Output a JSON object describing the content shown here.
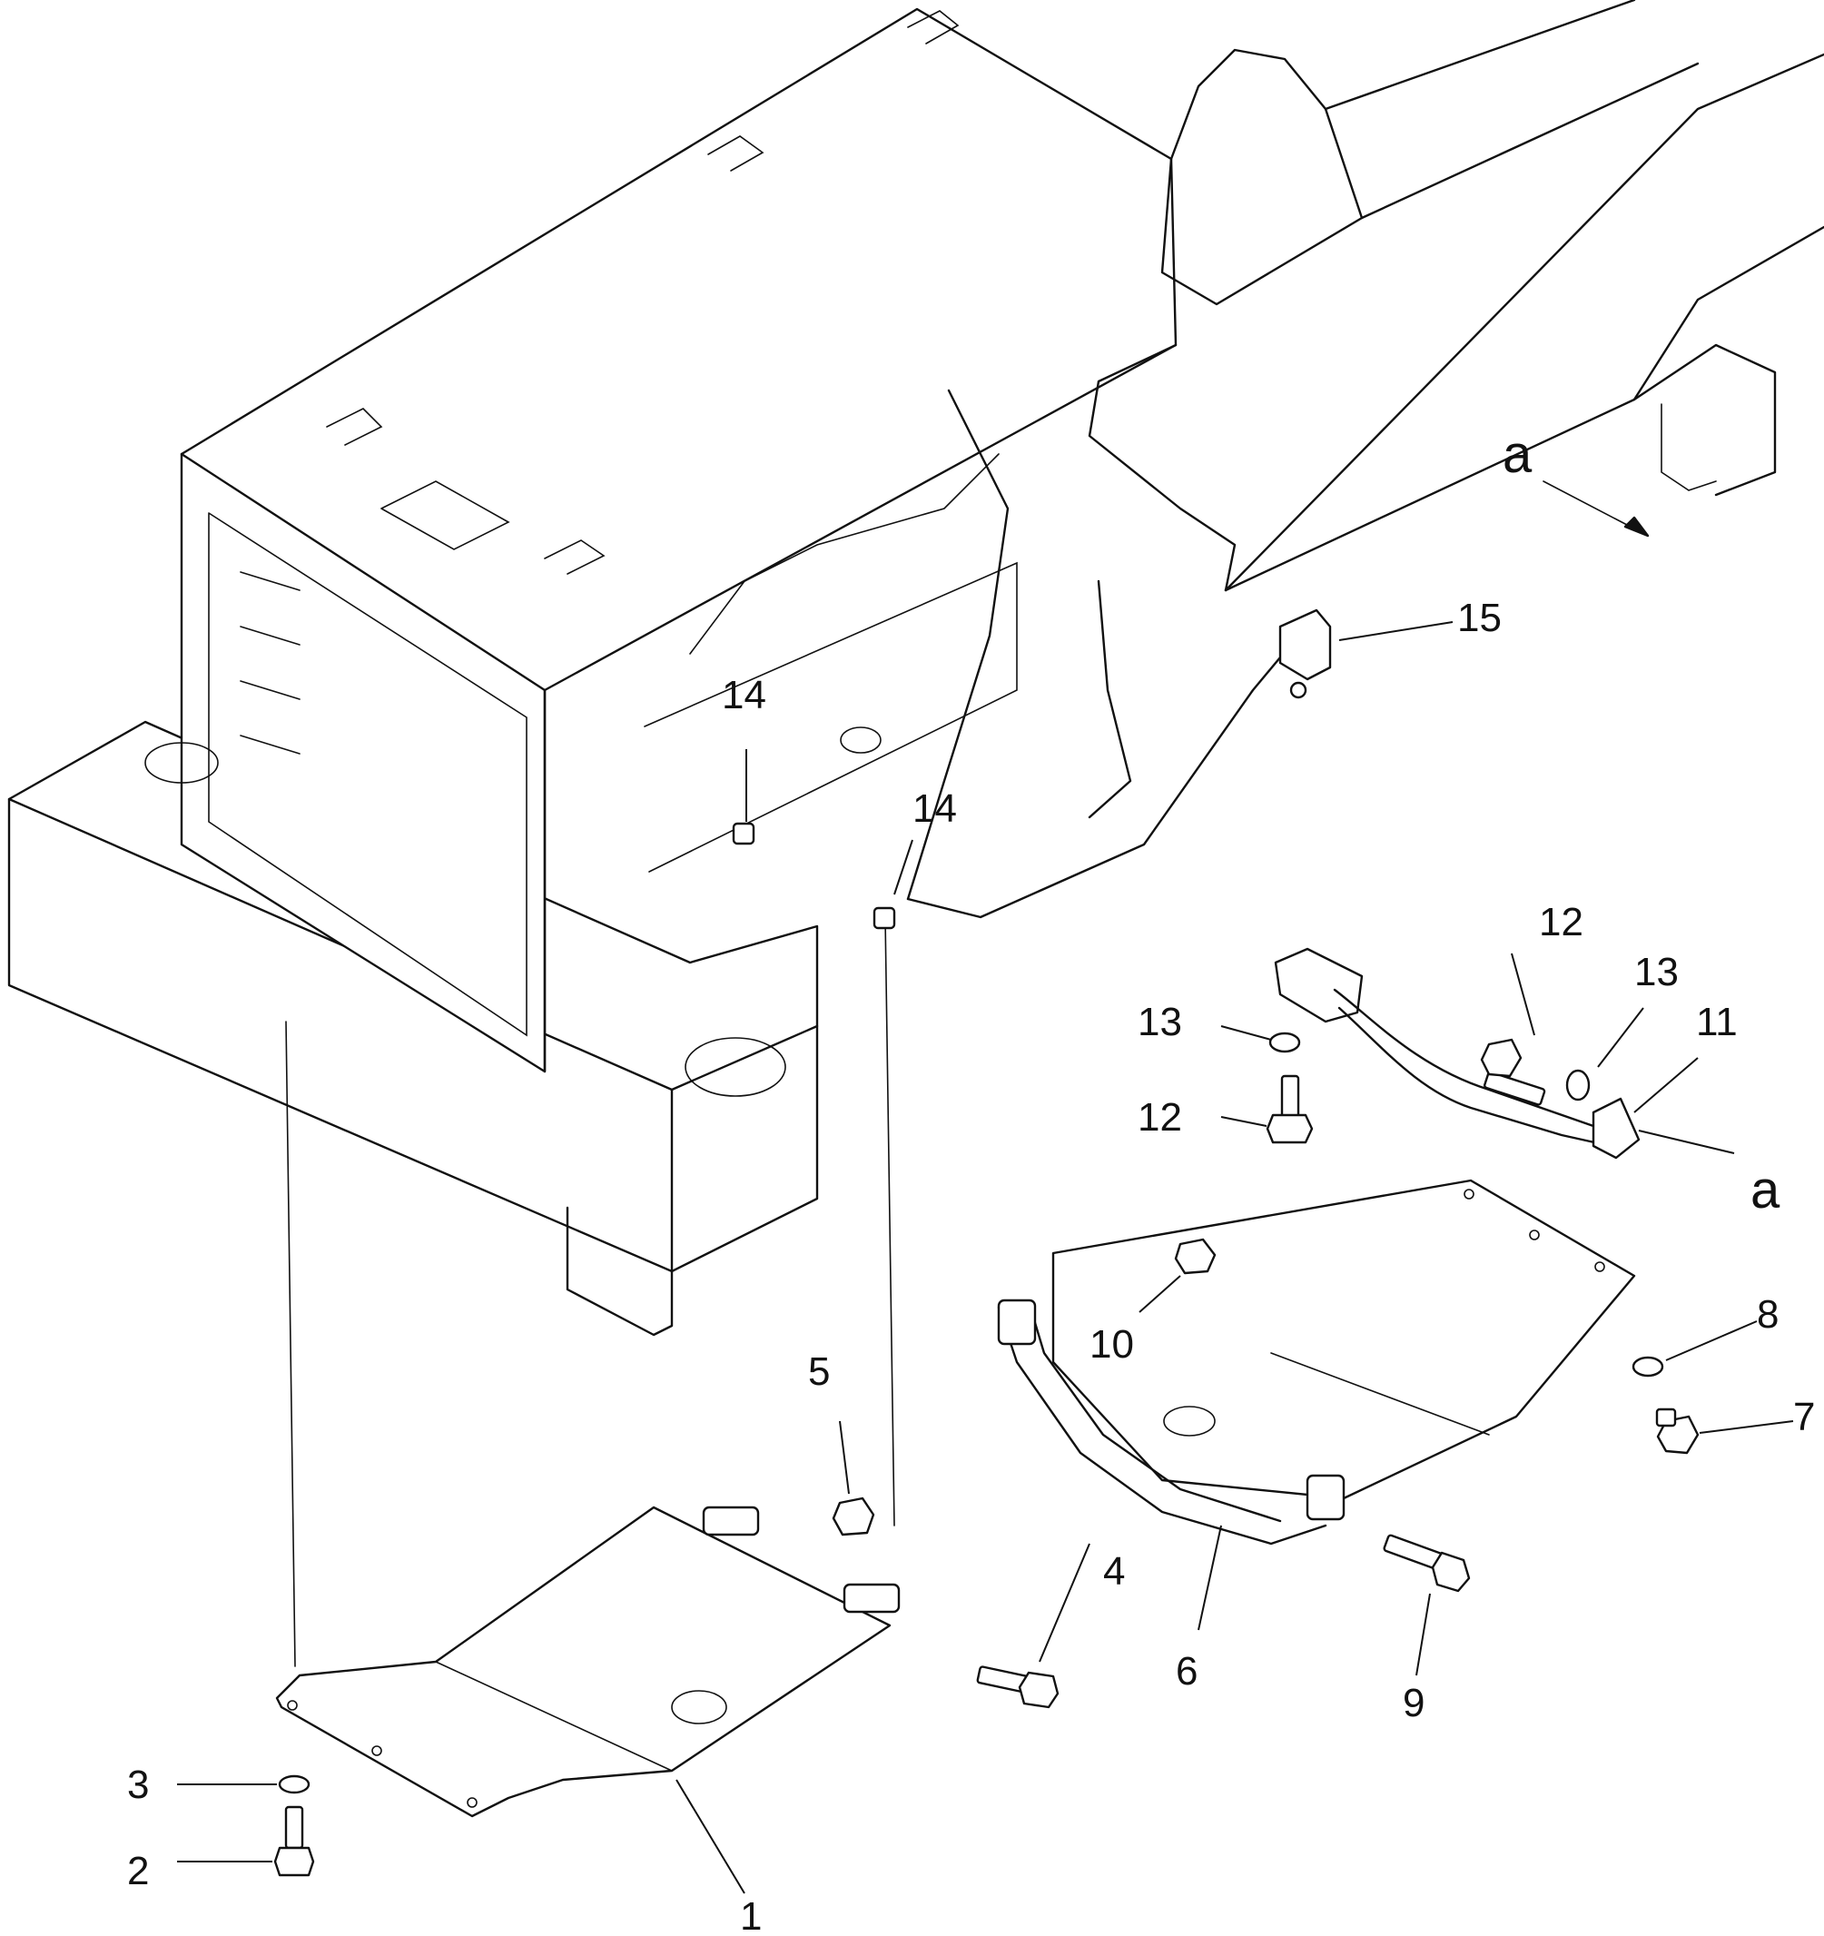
{
  "callouts": {
    "c1": "1",
    "c2": "2",
    "c3": "3",
    "c4": "4",
    "c5": "5",
    "c6": "6",
    "c7": "7",
    "c8": "8",
    "c9": "9",
    "c10": "10",
    "c11": "11",
    "c12a": "12",
    "c12b": "12",
    "c13a": "13",
    "c13b": "13",
    "c14a": "14",
    "c14b": "14",
    "c15": "15"
  },
  "view_marks": {
    "top": "a",
    "right": "a"
  },
  "colors": {
    "ink": "#111111",
    "paper": "#ffffff"
  }
}
